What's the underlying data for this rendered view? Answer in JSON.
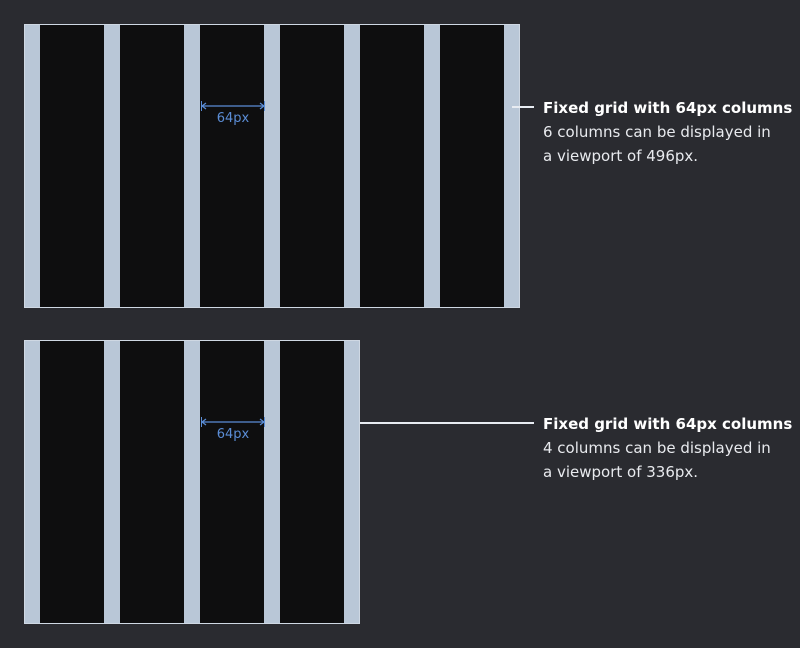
{
  "accent_color": "#5b8dd6",
  "gutter_color": "#b9c7d7",
  "column_color": "#0e0e0f",
  "diagrams": [
    {
      "column_width_label": "64px",
      "column_count": 6,
      "caption_title": "Fixed grid with 64px columns",
      "caption_desc_1": "6 columns can be displayed in",
      "caption_desc_2": "a viewport of 496px."
    },
    {
      "column_width_label": "64px",
      "column_count": 4,
      "caption_title": "Fixed grid with 64px columns",
      "caption_desc_1": "4 columns can be displayed in",
      "caption_desc_2": "a viewport of 336px."
    }
  ]
}
